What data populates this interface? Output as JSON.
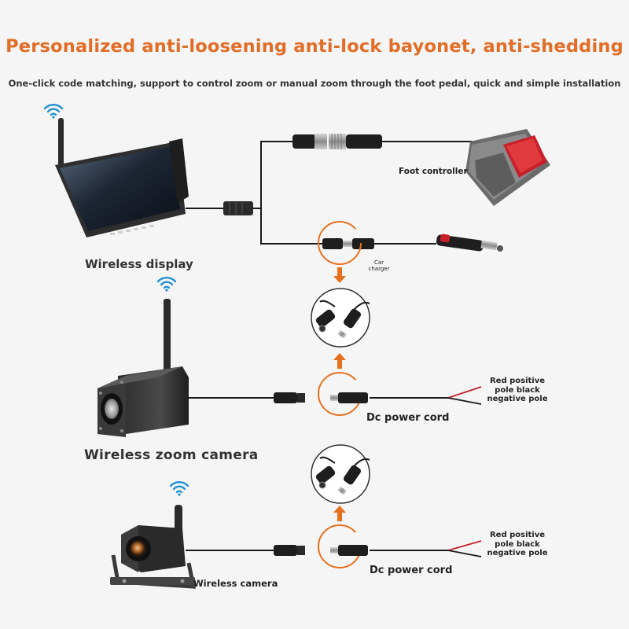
{
  "header": {
    "title": "Personalized anti-loosening anti-lock bayonet, anti-shedding",
    "subtitle": "One-click code matching, support to control zoom or manual zoom through the foot pedal, quick and simple installation"
  },
  "labels": {
    "foot_controller": "Foot controller",
    "wireless_display": "Wireless display",
    "car_charger": "Car charger",
    "wireless_zoom_camera": "Wireless zoom camera",
    "dc_power_cord_1": "Dc power cord",
    "pole_1": "Red positive pole black negative pole",
    "wireless_camera": "Wireless camera",
    "dc_power_cord_2": "Dc power cord",
    "pole_2": "Red positive pole black negative pole"
  },
  "colors": {
    "title": "#e26d27",
    "accent_orange": "#e8711f",
    "cable": "#1a1a1a",
    "wifi": "#1e90d6",
    "pedal_red": "#c8202a",
    "background": "#f5f5f5"
  },
  "icons": [
    "wifi-icon",
    "arrow-down-icon",
    "arrow-up-icon"
  ]
}
